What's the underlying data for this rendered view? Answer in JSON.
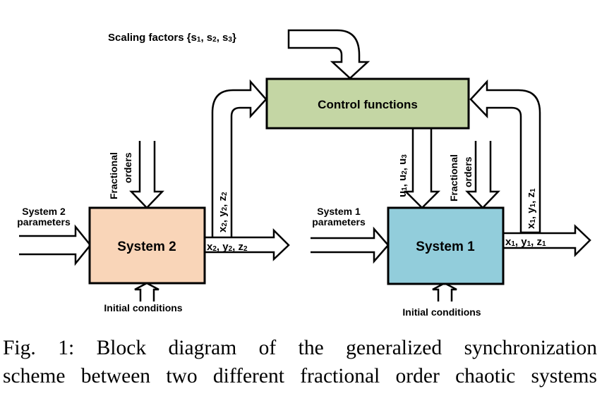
{
  "diagram": {
    "scaling": {
      "prefix": "Scaling factors {",
      "items": [
        "s",
        "1",
        ", s",
        "2",
        ", s",
        "3",
        "}"
      ]
    },
    "control": {
      "label": "Control functions",
      "color": "#c4d6a4"
    },
    "system2": {
      "label": "System 2",
      "color": "#f9d5b8",
      "params": [
        "System 2",
        "parameters"
      ],
      "orders": [
        "Fractional",
        "orders"
      ],
      "init": "Initial conditions"
    },
    "system1": {
      "label": "System 1",
      "color": "#92cddb",
      "params": [
        "System 1",
        "parameters"
      ],
      "orders": [
        "Fractional",
        "orders"
      ],
      "init": "Initial conditions"
    },
    "signals": {
      "out2": {
        "v": [
          "x",
          "2",
          ", y",
          "2",
          ", z",
          "2"
        ]
      },
      "out1": {
        "v": [
          "x",
          "1",
          ", y",
          "1",
          ", z",
          "1"
        ]
      },
      "u": {
        "v": [
          "u",
          "1",
          ", u",
          "2",
          ", u",
          "3"
        ]
      }
    }
  },
  "caption": {
    "line1": "Fig. 1: Block diagram of the generalized synchronization",
    "line2": "scheme between two different fractional order chaotic systems"
  }
}
